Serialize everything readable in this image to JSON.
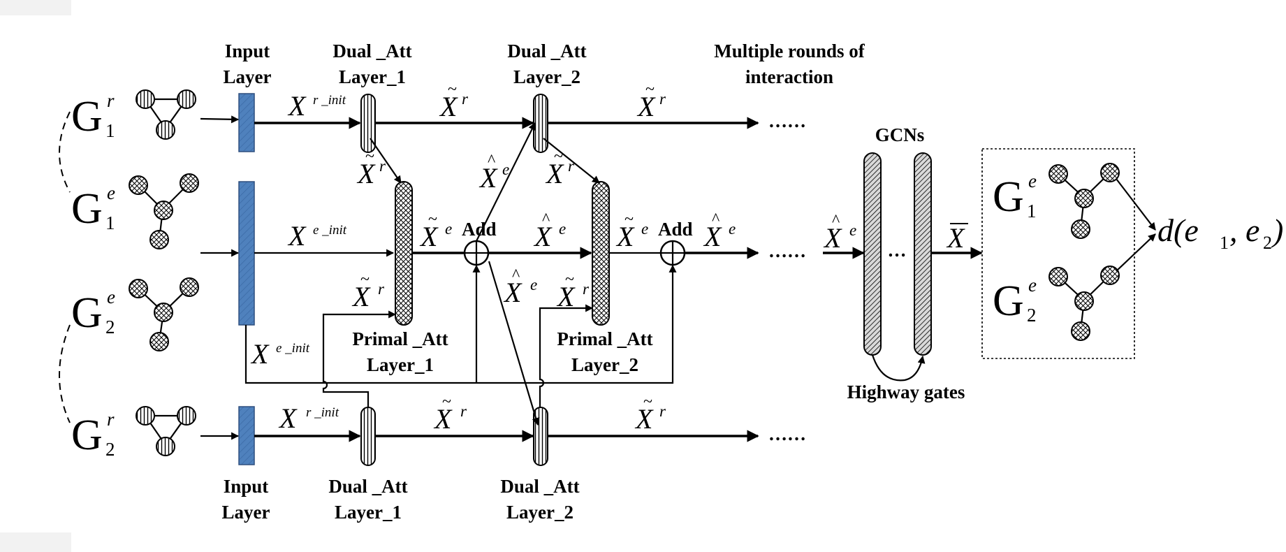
{
  "labels": {
    "input_layer_top": [
      "Input",
      "Layer"
    ],
    "dual_att_1_top": [
      "Dual _Att",
      "Layer_1"
    ],
    "dual_att_2_top": [
      "Dual _Att",
      "Layer_2"
    ],
    "multi_rounds": [
      "Multiple rounds of",
      "interaction"
    ],
    "input_layer_bottom": [
      "Input",
      "Layer"
    ],
    "dual_att_1_bottom": [
      "Dual _Att",
      "Layer_1"
    ],
    "dual_att_2_bottom": [
      "Dual _Att",
      "Layer_2"
    ],
    "primal_att_1": [
      "Primal _Att",
      "Layer_1"
    ],
    "primal_att_2": [
      "Primal _Att",
      "Layer_2"
    ],
    "add": "Add",
    "gcns": "GCNs",
    "highway": "Highway gates",
    "dots": "……",
    "gcn_dots": "…"
  },
  "math": {
    "G": "G",
    "r": "r",
    "e": "e",
    "one": "1",
    "two": "2",
    "X": "X",
    "r_init": "r _init",
    "e_init": "e _init",
    "d_out": "d(e",
    "d_comma": ", e",
    "d_close": ")"
  },
  "colors": {
    "input_layer_fill": "#4f81bd"
  }
}
